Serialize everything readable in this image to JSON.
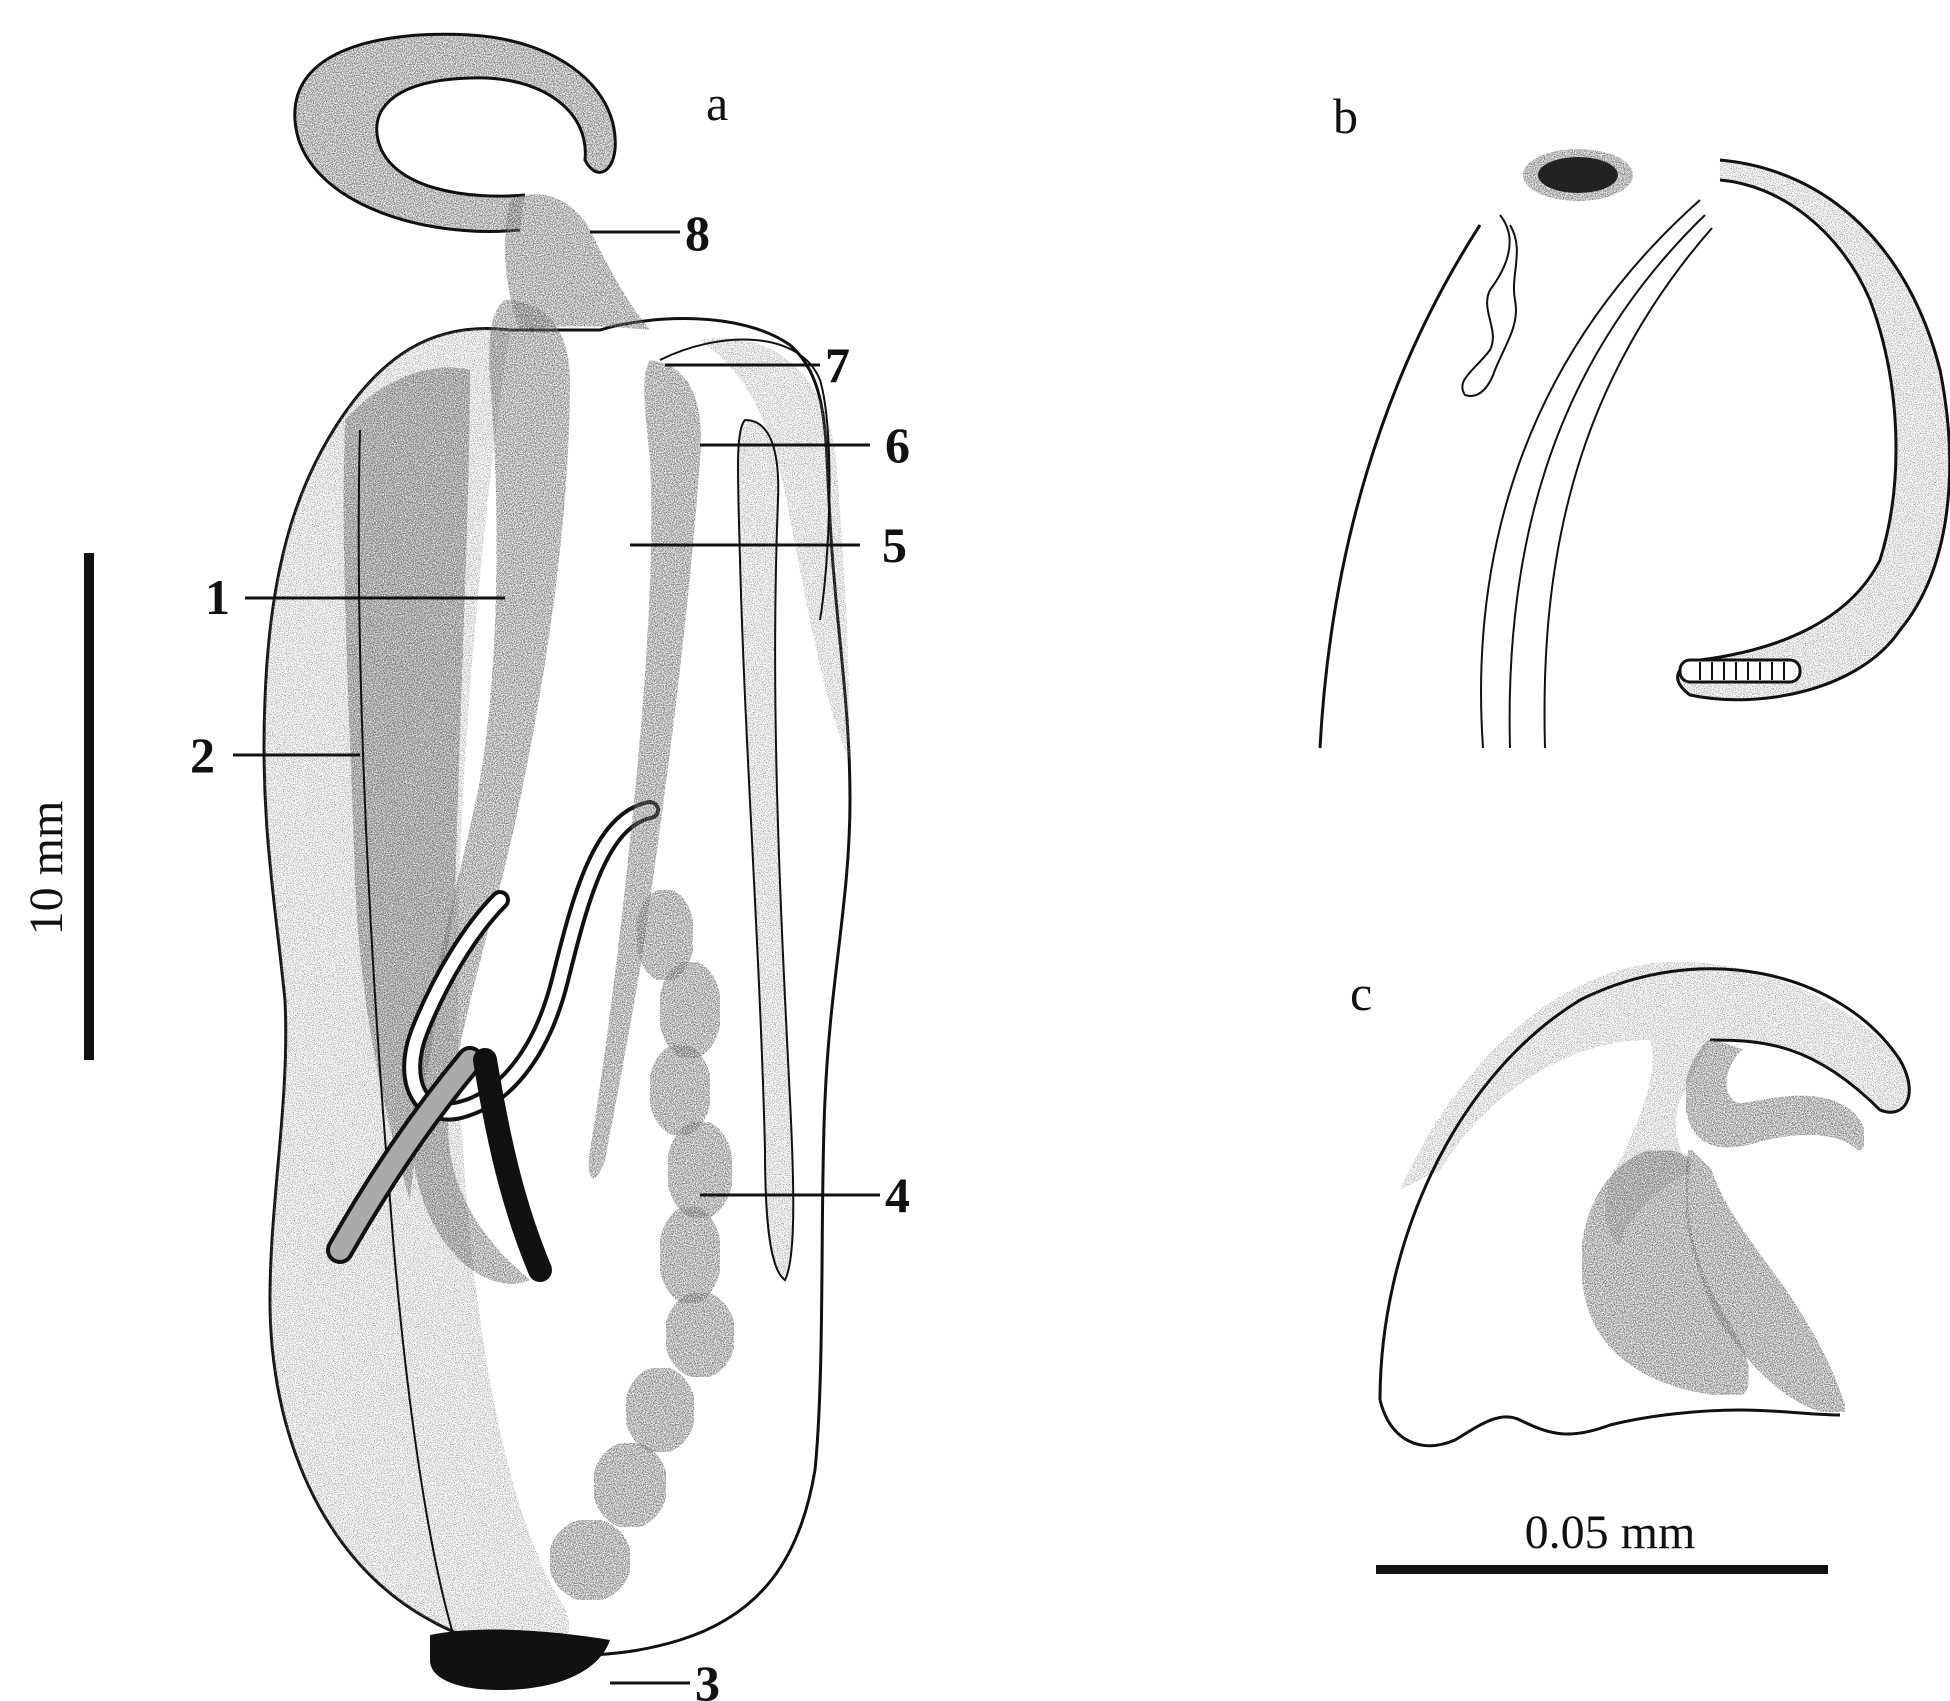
{
  "panels": {
    "a": {
      "letter": "a"
    },
    "b": {
      "letter": "b"
    },
    "c": {
      "letter": "c"
    }
  },
  "callouts": [
    "1",
    "2",
    "3",
    "4",
    "5",
    "6",
    "7",
    "8"
  ],
  "scale_bars": {
    "large": {
      "label": "10 mm"
    },
    "small": {
      "label": "0.05 mm"
    }
  },
  "colors": {
    "ink": "#111111",
    "stipple_dark": "#3a3a3a",
    "stipple_mid": "#8a8a8a",
    "stipple_light": "#c9c9c9",
    "background": "#ffffff"
  }
}
